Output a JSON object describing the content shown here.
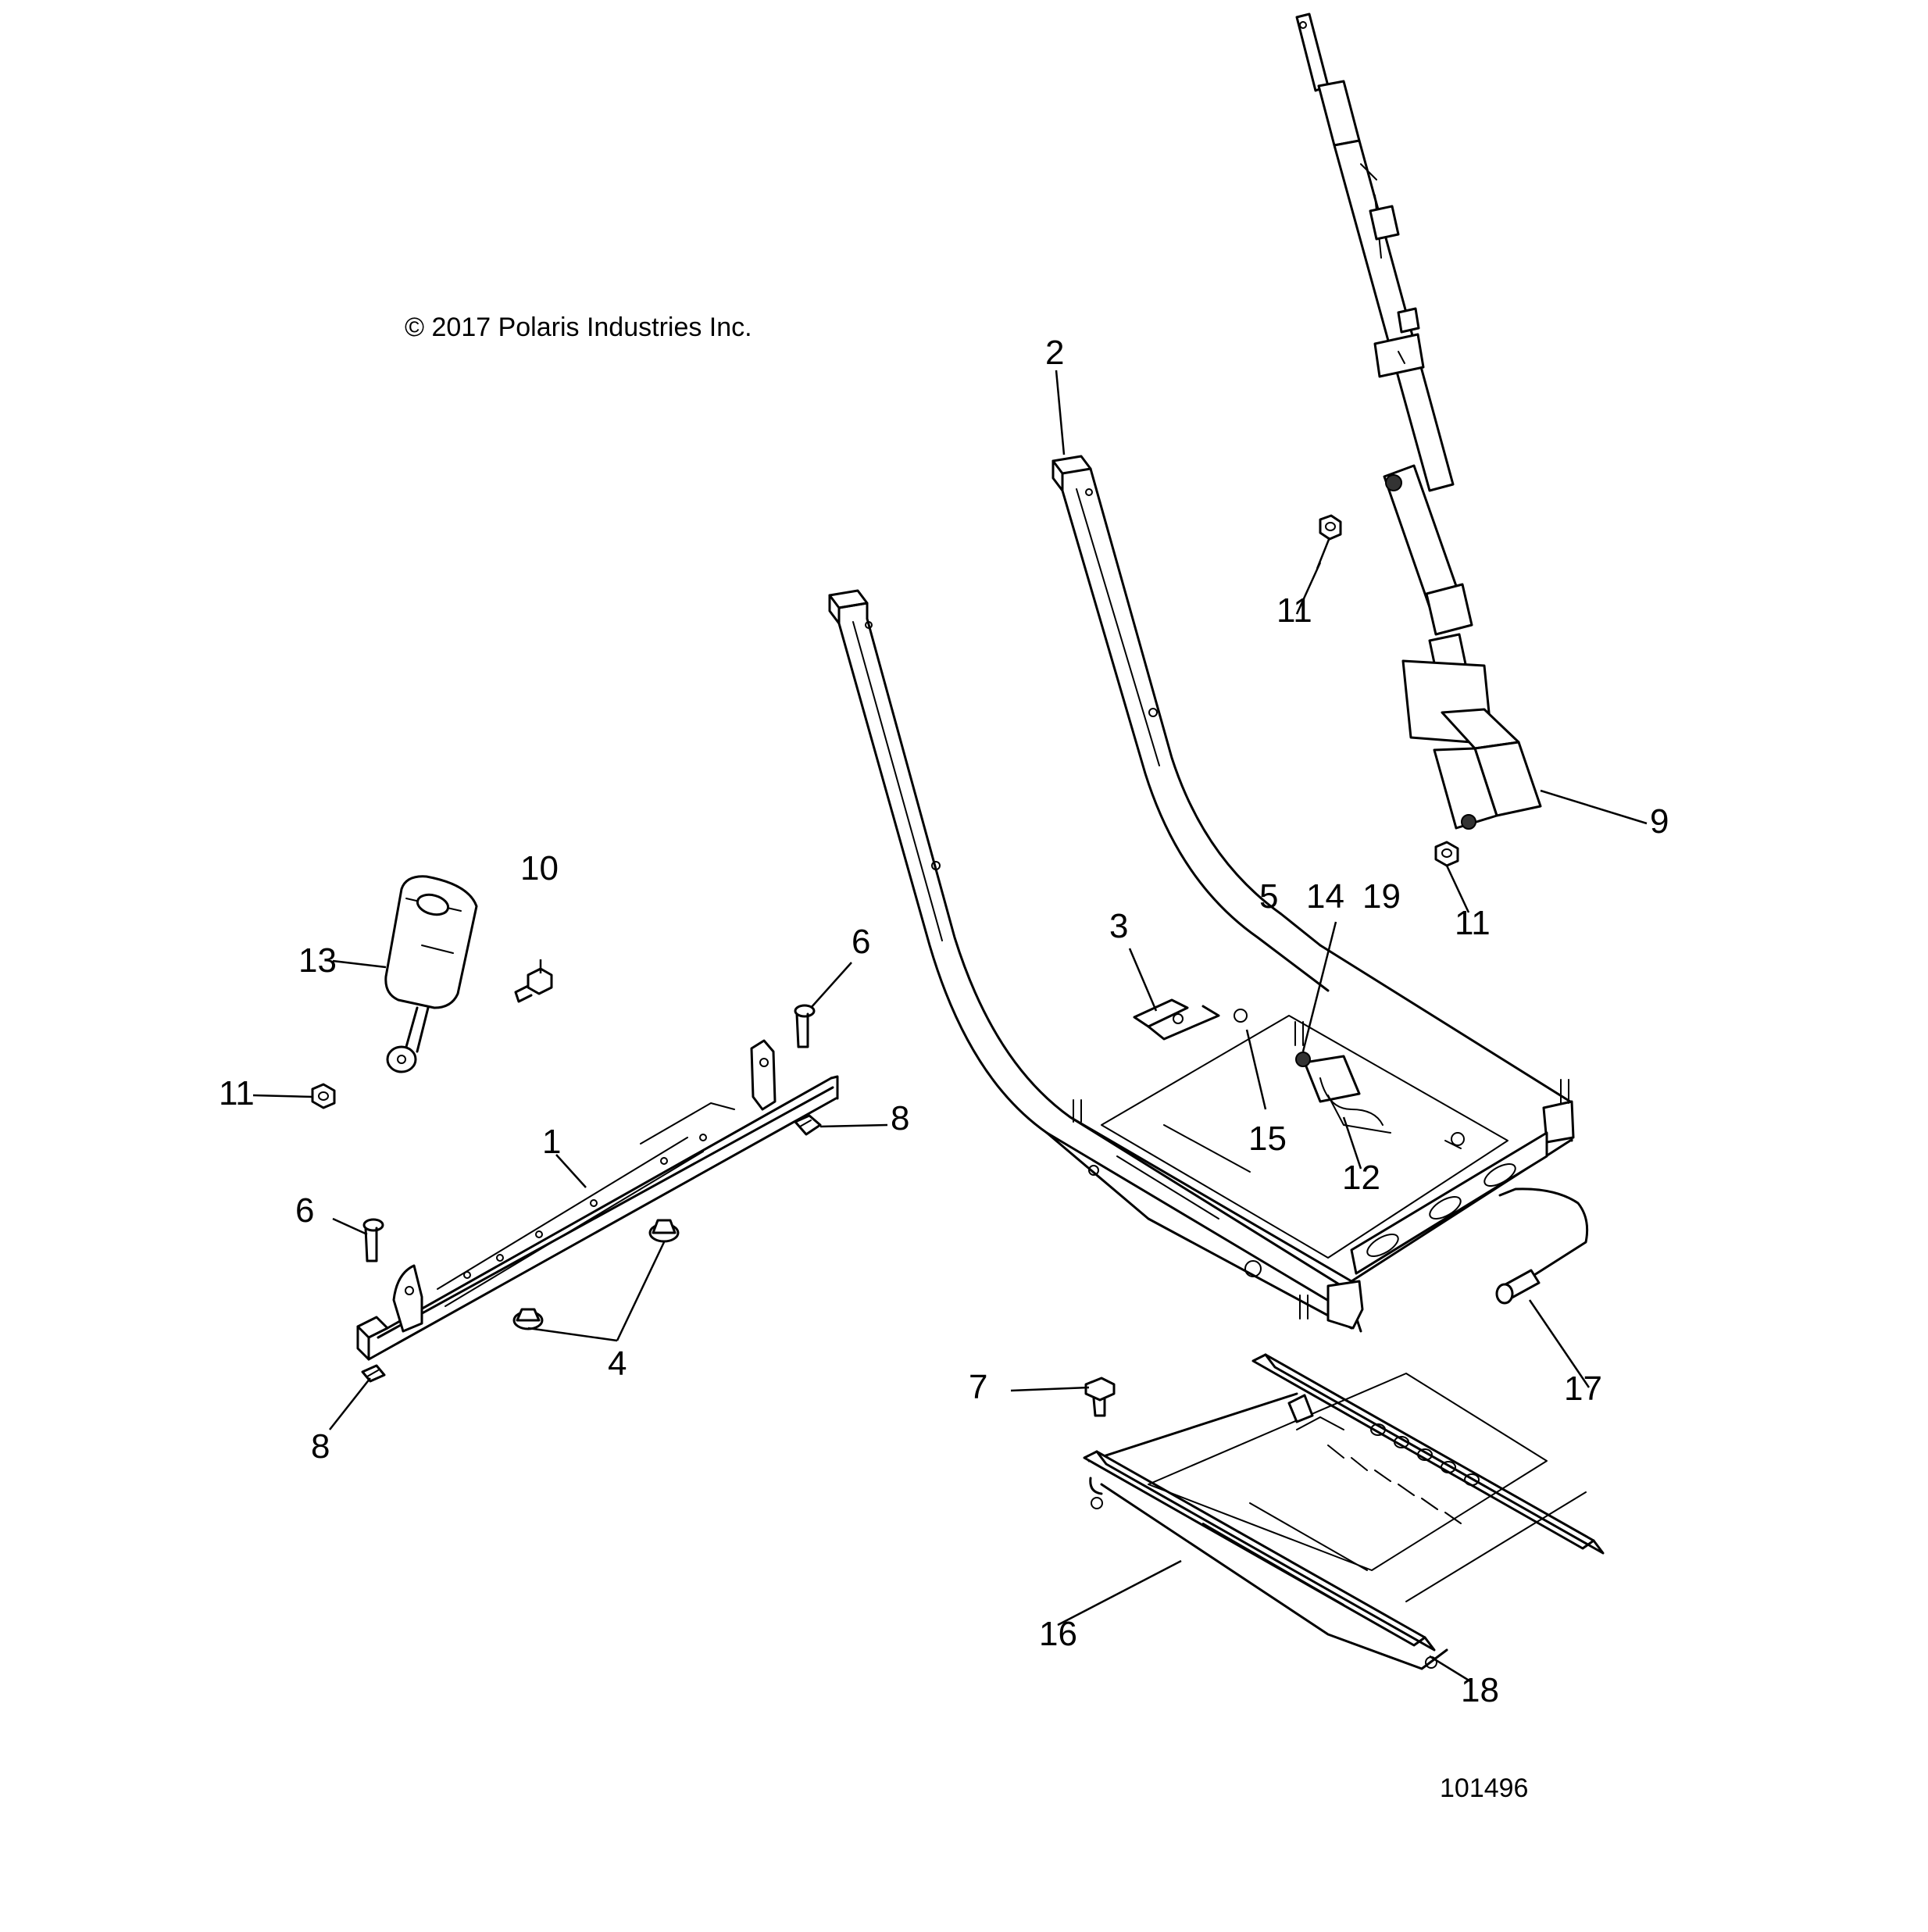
{
  "diagram": {
    "copyright": "© 2017 Polaris Industries Inc.",
    "figure_number": "101496",
    "callouts": {
      "c1": "1",
      "c2": "2",
      "c3": "3",
      "c4": "4",
      "c5": "5",
      "c6a": "6",
      "c6b": "6",
      "c7": "7",
      "c8a": "8",
      "c8b": "8",
      "c9": "9",
      "c10": "10",
      "c11a": "11",
      "c11b": "11",
      "c11c": "11",
      "c12": "12",
      "c13": "13",
      "c14": "14",
      "c15": "15",
      "c16": "16",
      "c17": "17",
      "c18": "18",
      "c19": "19"
    }
  }
}
